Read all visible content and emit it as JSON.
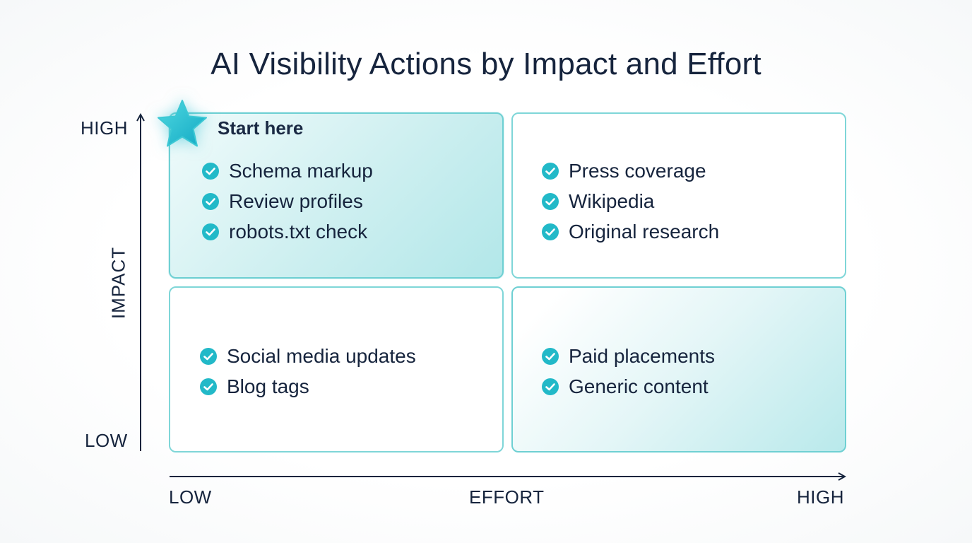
{
  "title": "AI Visibility Actions by Impact and Effort",
  "y_axis": {
    "title": "IMPACT",
    "high": "HIGH",
    "low": "LOW"
  },
  "x_axis": {
    "title": "EFFORT",
    "low": "LOW",
    "high": "HIGH"
  },
  "accent_color": "#22b9c8",
  "quadrants": {
    "high_impact_low_effort": {
      "badge": "Start here",
      "badge_icon": "star-icon",
      "items": [
        "Schema markup",
        "Review profiles",
        "robots.txt check"
      ]
    },
    "high_impact_high_effort": {
      "items": [
        "Press coverage",
        "Wikipedia",
        "Original research"
      ]
    },
    "low_impact_low_effort": {
      "items": [
        "Social media updates",
        "Blog tags"
      ]
    },
    "low_impact_high_effort": {
      "items": [
        "Paid placements",
        "Generic content"
      ]
    }
  }
}
